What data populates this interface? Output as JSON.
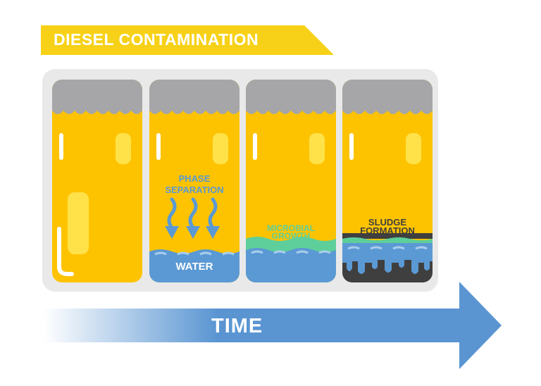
{
  "title": "DIESEL CONTAMINATION",
  "time_label": "TIME",
  "stages": [
    {
      "id": 1,
      "label": ""
    },
    {
      "id": 2,
      "label": "PHASE SEPARATION",
      "label_line1": "PHASE",
      "label_line2": "SEPARATION",
      "layer_label": "WATER"
    },
    {
      "id": 3,
      "label_line1": "MICROBIAL",
      "label_line2": "GROWTH"
    },
    {
      "id": 4,
      "label_line1": "SLUDGE",
      "label_line2": "FORMATION"
    }
  ],
  "colors": {
    "banner": "#f7d117",
    "fuel": "#fdc300",
    "fuel_highlight": "#ffe24a",
    "tank_top": "#a6a6a8",
    "water": "#5b99d4",
    "microbial": "#5ecf9a",
    "sludge": "#3f3f3f",
    "arrow": "#5a95d2",
    "panel": "#e9e9e9"
  },
  "icons": [
    "wavy-arrow-down-icon",
    "time-arrow-icon"
  ]
}
